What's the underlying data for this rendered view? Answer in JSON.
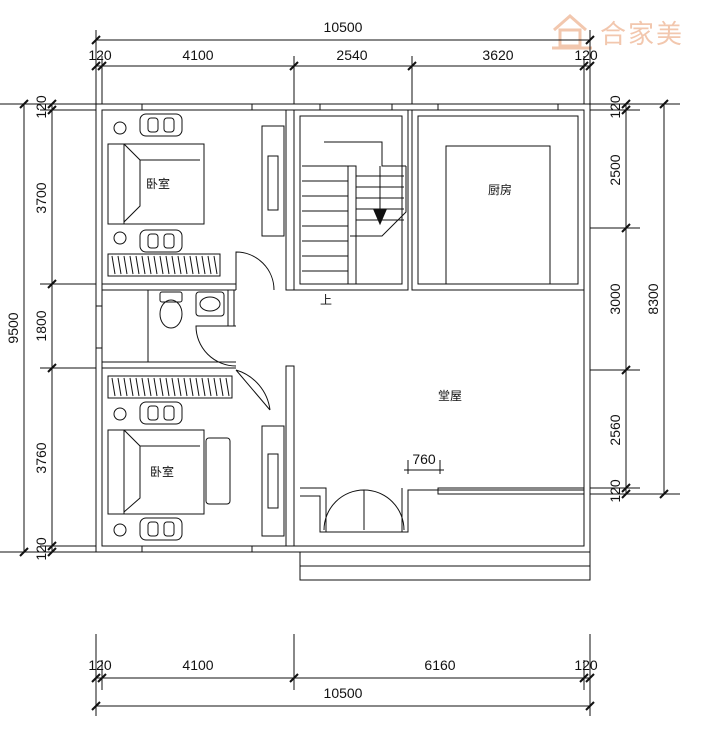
{
  "brand": {
    "name": "合家美",
    "color": "#f2c7ae"
  },
  "rooms": {
    "bedroom_top": "卧室",
    "bedroom_bottom": "卧室",
    "kitchen": "厨房",
    "hall": "堂屋",
    "stair_up": "上"
  },
  "dimensions": {
    "top_total": "10500",
    "top_seg_1": "120",
    "top_seg_2": "4100",
    "top_seg_3": "2540",
    "top_seg_4": "3620",
    "top_seg_5": "120",
    "bottom_seg_1": "120",
    "bottom_seg_2": "4100",
    "bottom_seg_3": "6160",
    "bottom_seg_4": "120",
    "bottom_total": "10500",
    "left_total": "9500",
    "left_seg_1": "120",
    "left_seg_2": "3700",
    "left_seg_3": "1800",
    "left_seg_4": "3760",
    "left_seg_5": "120",
    "right_seg_1": "120",
    "right_seg_2": "2500",
    "right_seg_3": "3000",
    "right_seg_4": "2560",
    "right_seg_5": "120",
    "right_total": "8300",
    "door_width": "760"
  },
  "colors": {
    "line": "#111111"
  }
}
